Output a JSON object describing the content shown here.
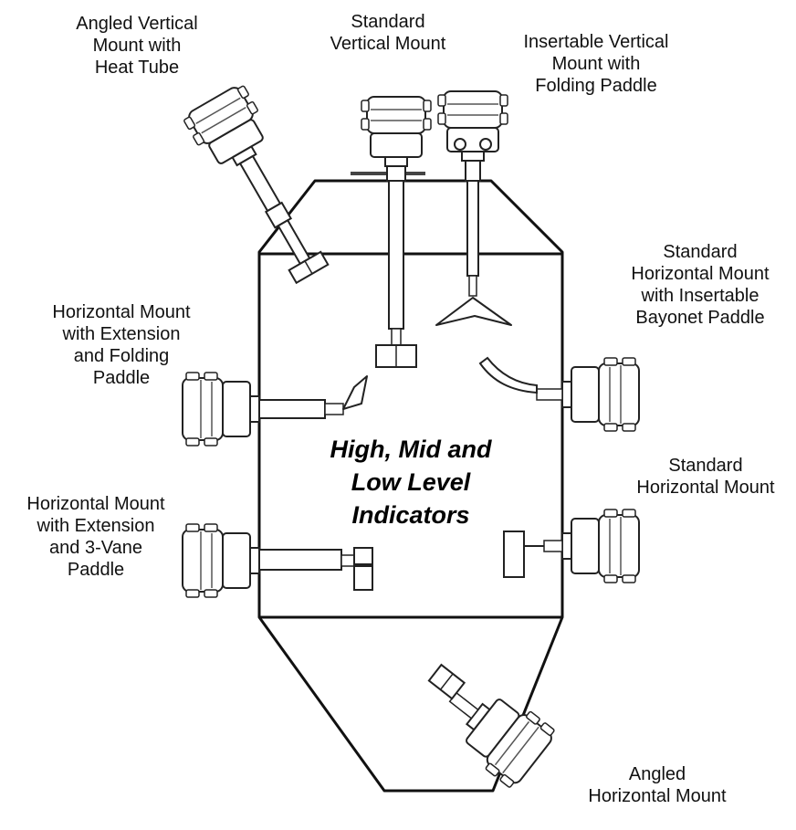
{
  "labels": {
    "angled_vertical_heat_tube": "Angled Vertical\nMount with\nHeat Tube",
    "standard_vertical": "Standard\nVertical Mount",
    "insertable_vertical_folding": "Insertable Vertical\nMount with\nFolding Paddle",
    "standard_horizontal_bayonet": "Standard\nHorizontal Mount\nwith Insertable\nBayonet Paddle",
    "horizontal_ext_folding": "Horizontal Mount\nwith Extension\nand Folding\nPaddle",
    "standard_horizontal": "Standard\nHorizontal Mount",
    "horizontal_ext_3vane": "Horizontal Mount\nwith Extension\nand 3-Vane\nPaddle",
    "angled_horizontal": "Angled\nHorizontal Mount"
  },
  "center_text": "High, Mid and\nLow Level\nIndicators"
}
